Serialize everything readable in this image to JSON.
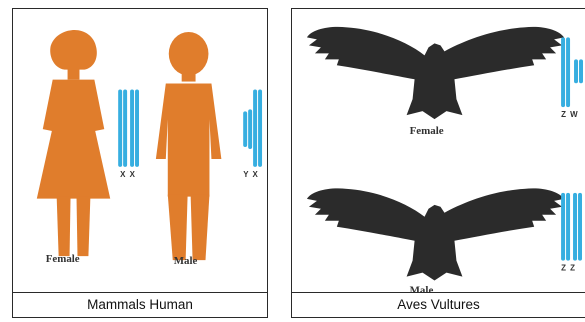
{
  "colors": {
    "human": "#e07d2c",
    "chromosome": "#36aee0",
    "bird": "#2b2b2b",
    "border": "#2a2a2a"
  },
  "left_panel": {
    "caption": "Mammals Human",
    "female_label": "Female",
    "male_label": "Male",
    "female_chromosomes": "X X",
    "male_chromosomes": "Y X"
  },
  "right_panel": {
    "caption": "Aves Vultures",
    "female_label": "Female",
    "male_label": "Male",
    "female_chromosomes": "Z W",
    "male_chromosomes": "Z Z"
  }
}
